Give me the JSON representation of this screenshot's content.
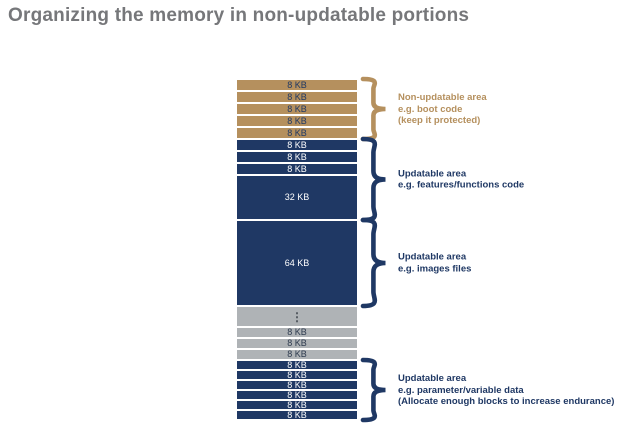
{
  "title": "Organizing the memory in non-updatable portions",
  "colors": {
    "tan": "#b5905e",
    "navy": "#1f3864",
    "gray": "#afb3b6",
    "title_text": "#76777a",
    "label_on_tan": "#1f3864",
    "label_on_navy": "#ffffff",
    "label_on_gray": "#2d3a4e",
    "ellipsis": "#4a5158",
    "background": "#ffffff"
  },
  "memory_stack": {
    "blocks": [
      {
        "label": "8 KB",
        "color": "tan",
        "h": 10
      },
      {
        "label": "8 KB",
        "color": "tan",
        "h": 10
      },
      {
        "label": "8 KB",
        "color": "tan",
        "h": 10
      },
      {
        "label": "8 KB",
        "color": "tan",
        "h": 10
      },
      {
        "label": "8 KB",
        "color": "tan",
        "h": 10
      },
      {
        "label": "8 KB",
        "color": "navy",
        "h": 10
      },
      {
        "label": "8 KB",
        "color": "navy",
        "h": 10
      },
      {
        "label": "8 KB",
        "color": "navy",
        "h": 10
      },
      {
        "label": "32 KB",
        "color": "navy",
        "h": 43
      },
      {
        "label": "64 KB",
        "color": "navy",
        "h": 84
      },
      {
        "label": "⋮",
        "color": "gray",
        "h": 19,
        "dots": true
      },
      {
        "label": "8 KB",
        "color": "gray",
        "h": 9
      },
      {
        "label": "8 KB",
        "color": "gray",
        "h": 9
      },
      {
        "label": "8 KB",
        "color": "gray",
        "h": 9
      },
      {
        "label": "8 KB",
        "color": "navy",
        "h": 8
      },
      {
        "label": "8 KB",
        "color": "navy",
        "h": 8
      },
      {
        "label": "8 KB",
        "color": "navy",
        "h": 8
      },
      {
        "label": "8 KB",
        "color": "navy",
        "h": 8
      },
      {
        "label": "8 KB",
        "color": "navy",
        "h": 8
      },
      {
        "label": "8 KB",
        "color": "navy",
        "h": 8
      }
    ]
  },
  "sections": [
    {
      "name": "non-updatable",
      "color": "tan",
      "span": [
        0,
        4
      ],
      "lines": [
        "Non-updatable area",
        "e.g. boot code",
        "(keep it protected)"
      ]
    },
    {
      "name": "updatable-functions",
      "color": "navy",
      "span": [
        5,
        8
      ],
      "lines": [
        "Updatable area",
        "e.g. features/functions code"
      ]
    },
    {
      "name": "updatable-images",
      "color": "navy",
      "span": [
        9,
        9
      ],
      "lines": [
        "Updatable area",
        "e.g. images files"
      ]
    },
    {
      "name": "updatable-parameters",
      "color": "navy",
      "span": [
        14,
        19
      ],
      "lines": [
        "Updatable area",
        "e.g. parameter/variable data",
        "(Allocate enough blocks to increase endurance)"
      ]
    }
  ]
}
